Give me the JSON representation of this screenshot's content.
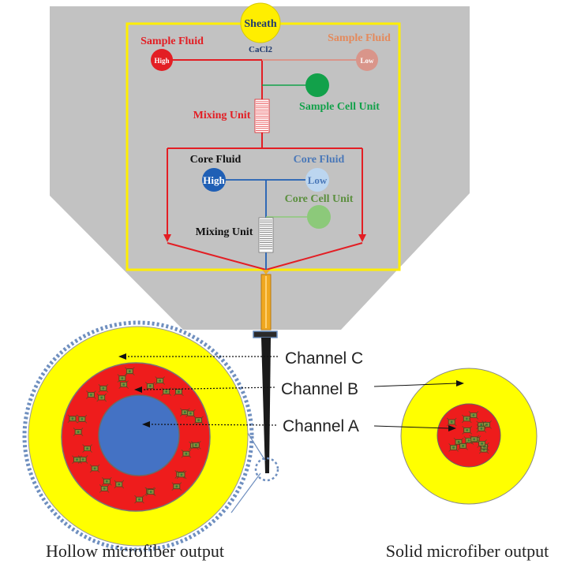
{
  "sheath": {
    "label": "Sheath",
    "sub": "CaCl2"
  },
  "sample_fluid_high": {
    "label": "Sample Fluid",
    "level": "High"
  },
  "sample_fluid_low": {
    "label": "Sample Fluid",
    "level": "Low"
  },
  "sample_cell_unit": "Sample Cell Unit",
  "mixing_unit_1": "Mixing Unit",
  "core_fluid_high": {
    "label": "Core Fluid",
    "level": "High"
  },
  "core_fluid_low": {
    "label": "Core Fluid",
    "level": "Low"
  },
  "core_cell_unit": "Core Cell Unit",
  "mixing_unit_2": "Mixing Unit",
  "channels": {
    "c": "Channel C",
    "b": "Channel B",
    "a": "Channel A"
  },
  "captions": {
    "hollow": "Hollow microfiber output",
    "solid": "Solid microfiber output"
  },
  "colors": {
    "device_gray": "#c2c2c2",
    "frame_yellow": "#ffee00",
    "sample_red": "#e31e24",
    "sample_low": "#d9958a",
    "sample_low_text": "#e48a5c",
    "cell_green": "#12a14a",
    "core_blue": "#1f5fb5",
    "core_low": "#bcd6f0",
    "core_low_text": "#4a78b8",
    "core_cell_green": "#8cc97a",
    "core_cell_text": "#5b8f3e",
    "fiber_yellow": "#ffff00",
    "fiber_red": "#ee1c1c",
    "fiber_blue": "#4472c4",
    "dash_blue": "#6f8fbf"
  }
}
